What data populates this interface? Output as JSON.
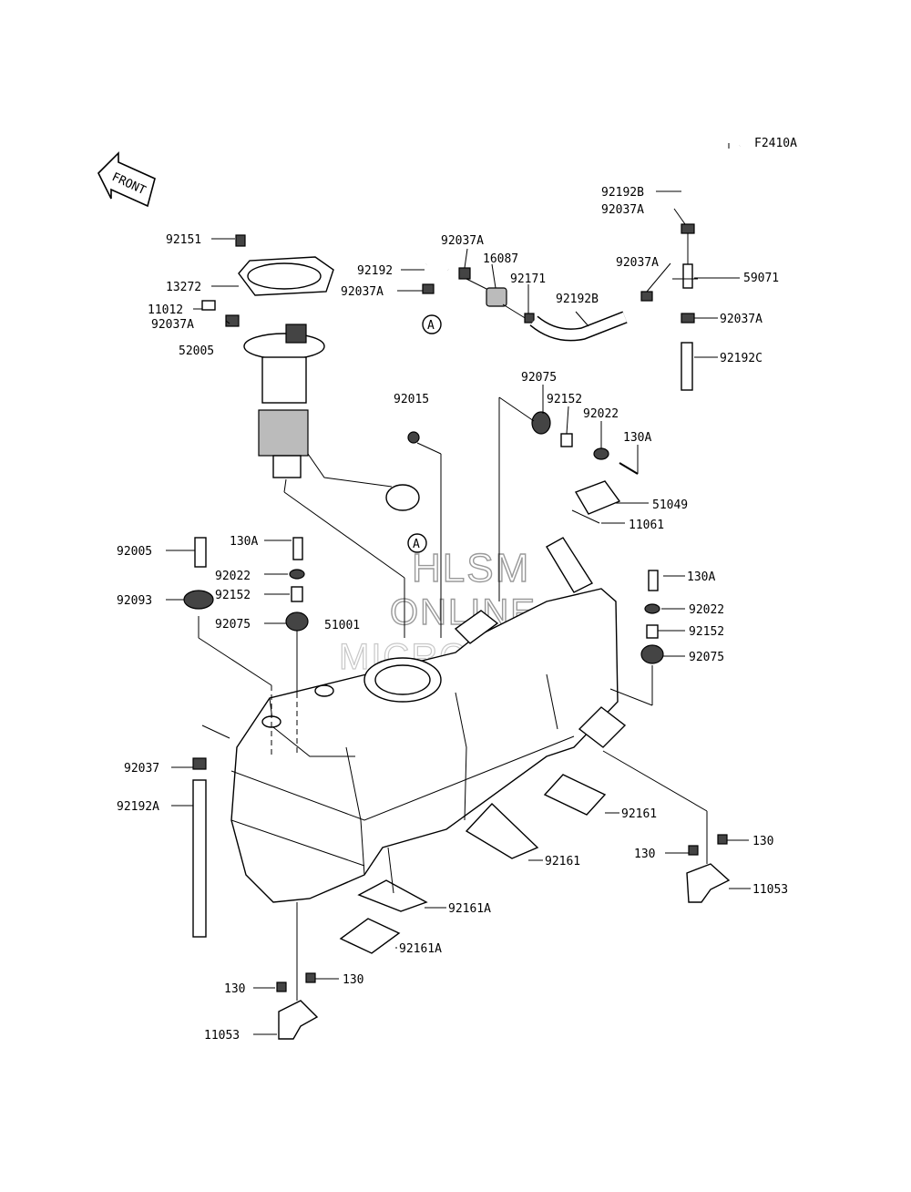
{
  "figure_code": "F2410A",
  "front_label": "FRONT",
  "watermark": {
    "line1": "HLSM",
    "line2": "ONLINE",
    "line3": "MICROFICHE"
  },
  "ref_marks": {
    "upper": "A",
    "lower": "A"
  },
  "labels": {
    "p92192B_top": "92192B",
    "p92037A_r1": "92037A",
    "p92037A_r2": "92037A",
    "p59071": "59071",
    "p92037A_r3": "92037A",
    "p92192C": "92192C",
    "p92151": "92151",
    "p13272": "13272",
    "p11012": "11012",
    "p92037A_l": "92037A",
    "p52005": "52005",
    "p92192": "92192",
    "p92037A_m1": "92037A",
    "p92037A_m2": "92037A",
    "p16087": "16087",
    "p92171": "92171",
    "p92192B_mid": "92192B",
    "p92075_top": "92075",
    "p92152_top": "92152",
    "p92022_top": "92022",
    "p130A_top": "130A",
    "p92015": "92015",
    "p51049": "51049",
    "p11061": "11061",
    "p92005": "92005",
    "p130A_l": "130A",
    "p92022_l": "92022",
    "p92093": "92093",
    "p92152_l": "92152",
    "p92075_l": "92075",
    "p51001": "51001",
    "p130A_r": "130A",
    "p92022_r": "92022",
    "p92152_r": "92152",
    "p92075_r": "92075",
    "p92037": "92037",
    "p92192A": "92192A",
    "p92161_r": "92161",
    "p92161_m": "92161",
    "p130_r1": "130",
    "p130_r2": "130",
    "p11053_r": "11053",
    "p92161A_1": "92161A",
    "p92161A_2": "92161A",
    "p130_b1": "130",
    "p130_b2": "130",
    "p11053_b": "11053"
  }
}
